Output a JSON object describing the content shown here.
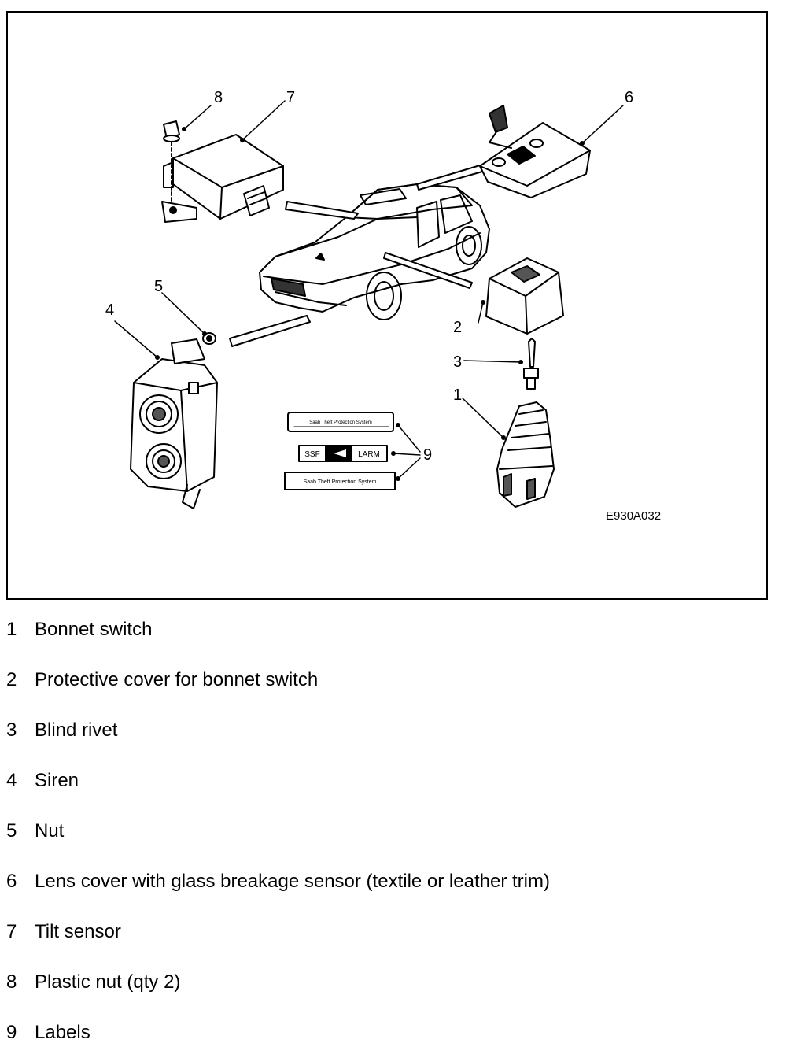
{
  "figure": {
    "code": "E930A032",
    "callouts": {
      "c1": "1",
      "c2": "2",
      "c3": "3",
      "c4": "4",
      "c5": "5",
      "c6": "6",
      "c7": "7",
      "c8": "8",
      "c9": "9"
    },
    "label_strip_top": "Saab Theft Protection System",
    "label_strip_mid_left": "SSF",
    "label_strip_mid_right": "LARM",
    "label_strip_bottom": "Saab Theft Protection System"
  },
  "legend": [
    {
      "num": "1",
      "text": "Bonnet switch"
    },
    {
      "num": "2",
      "text": "Protective cover for bonnet switch"
    },
    {
      "num": "3",
      "text": "Blind rivet"
    },
    {
      "num": "4",
      "text": "Siren"
    },
    {
      "num": "5",
      "text": "Nut"
    },
    {
      "num": "6",
      "text": "Lens cover with glass breakage sensor (textile or leather trim)"
    },
    {
      "num": "7",
      "text": "Tilt sensor"
    },
    {
      "num": "8",
      "text": "Plastic nut (qty 2)"
    },
    {
      "num": "9",
      "text": "Labels"
    }
  ]
}
